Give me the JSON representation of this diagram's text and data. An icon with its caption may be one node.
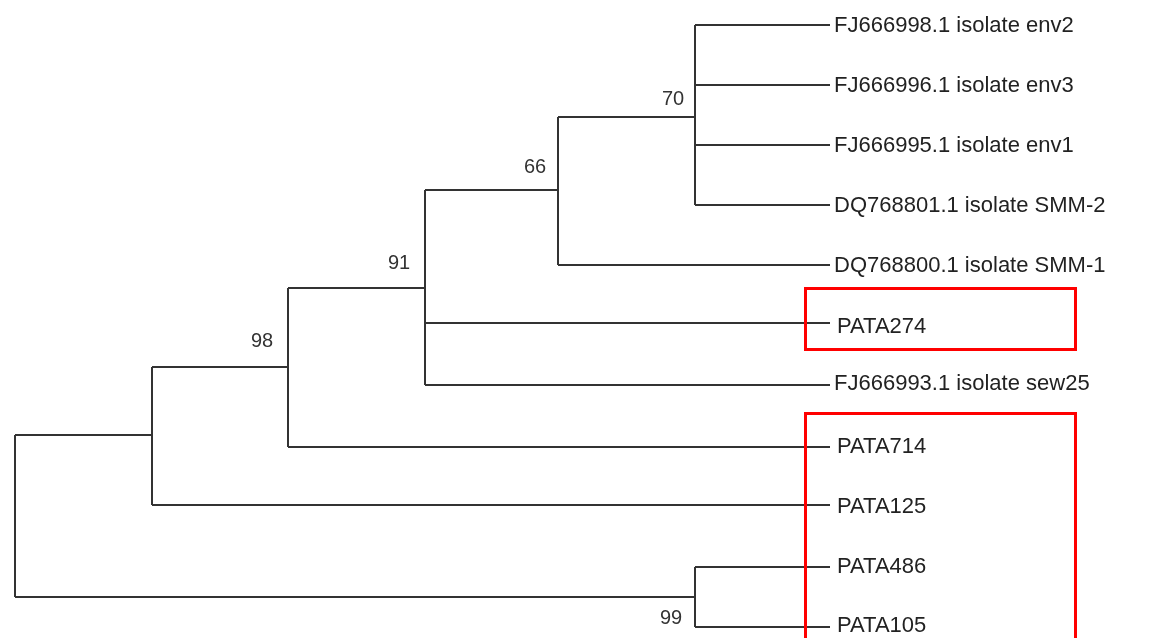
{
  "diagram": {
    "nodes": [
      {
        "text": [
          "FJ666998.1 isolate env2"
        ]
      },
      {
        "text": [
          "FJ666996.1 isolate env3"
        ]
      },
      {
        "text": [
          "FJ666995.1 isolate env1"
        ]
      },
      {
        "text": [
          "DQ768801.1 isolate SMM-2"
        ]
      },
      {
        "text": [
          "DQ768800.1 isolate SMM-1"
        ]
      },
      {
        "text": [],
        "shape": "box"
      },
      {
        "text": [
          "PATA274"
        ],
        "in": 5
      },
      {
        "text": [
          "FJ666993.1 isolate sew25"
        ]
      },
      {
        "text": [],
        "shape": "box"
      },
      {
        "text": [
          "PATA714"
        ],
        "in": 8
      },
      {
        "text": [
          "PATA125"
        ],
        "in": 8
      },
      {
        "text": [
          "PATA486"
        ],
        "in": 8
      },
      {
        "text": [
          "PATA105"
        ],
        "in": 8
      }
    ],
    "labels": [
      "70",
      "66",
      "91",
      "98",
      "99"
    ]
  }
}
